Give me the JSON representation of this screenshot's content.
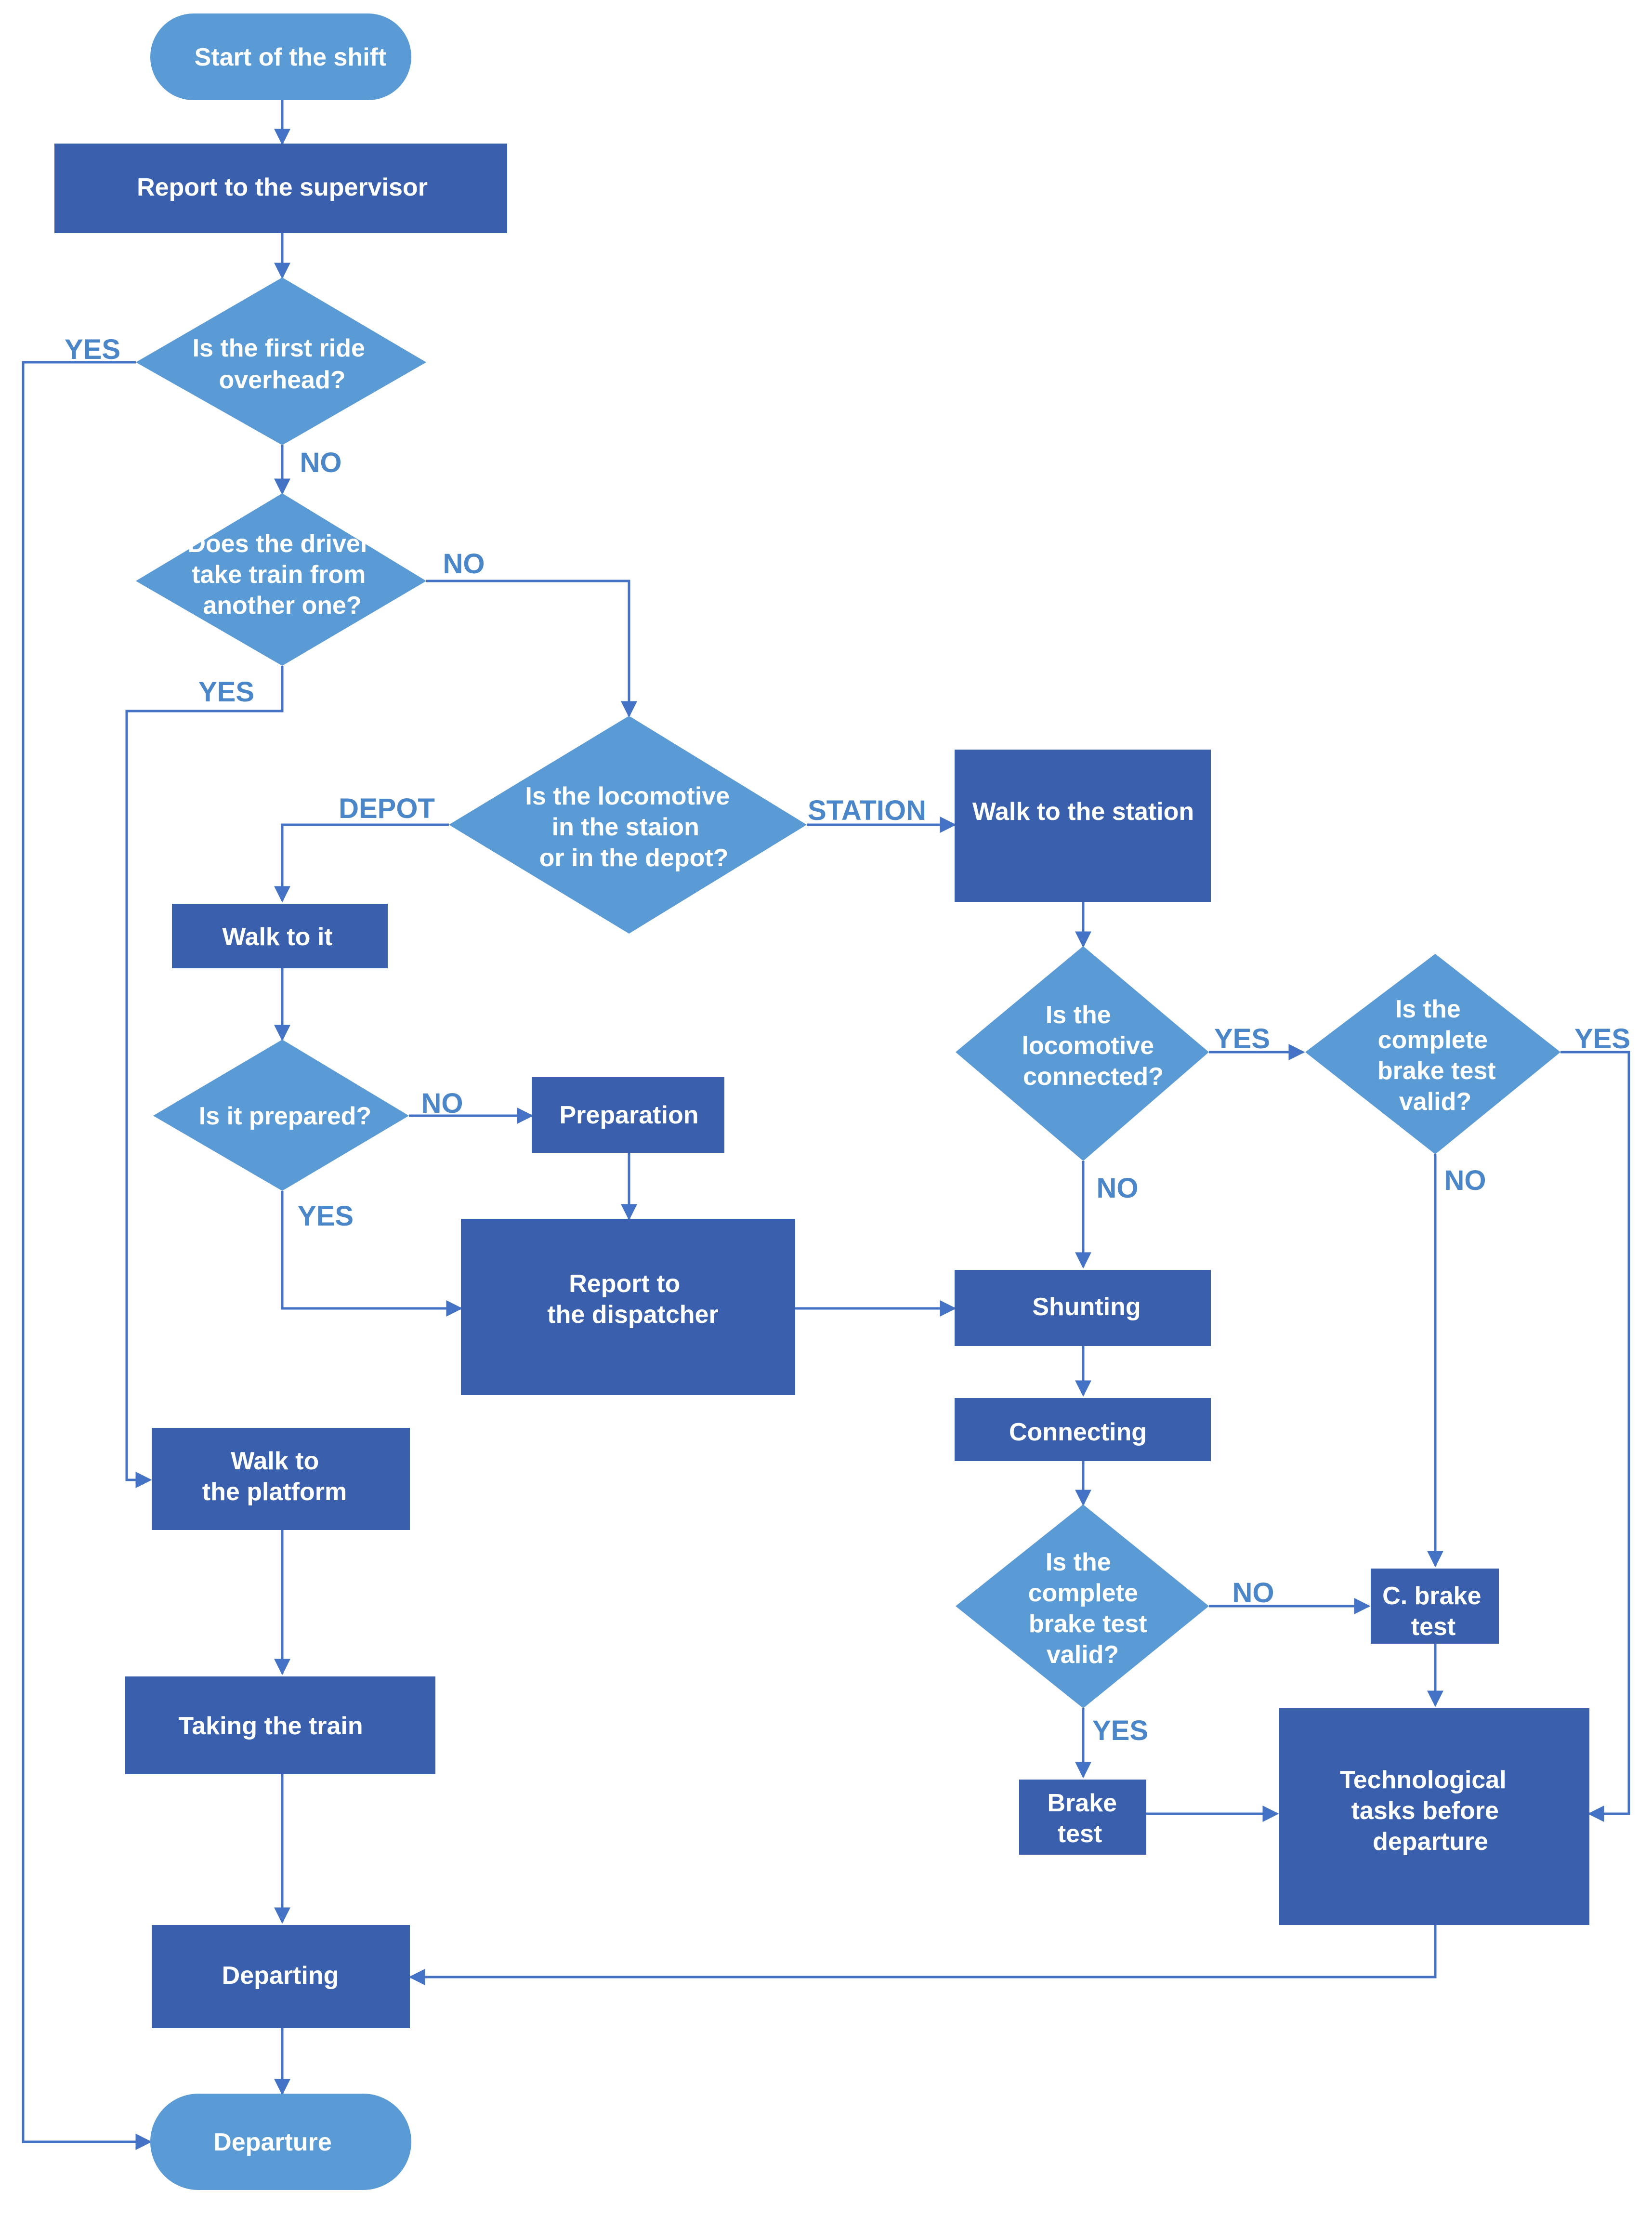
{
  "colors": {
    "rect": "#3a5fac",
    "decision": "#5b9bd5",
    "terminal": "#5b9bd5",
    "edge": "#4472c4",
    "label": "#4a86c8",
    "text": "#ffffff"
  },
  "nodes": {
    "start": "Start of the shift",
    "report_supervisor": "Report to the supervisor",
    "first_ride": [
      "Is the first ride",
      "overhead?"
    ],
    "take_train": [
      "Does the driver",
      "take train from",
      "another one?"
    ],
    "loco_where": [
      "Is the locomotive",
      "in the staion",
      "or in the depot?"
    ],
    "walk_station": "Walk to the station",
    "walk_it": "Walk to it",
    "prepared": "Is it prepared?",
    "preparation": "Preparation",
    "report_dispatcher": [
      "Report to",
      "the dispatcher"
    ],
    "loco_connected": [
      "Is the",
      "locomotive",
      "connected?"
    ],
    "brake_valid_top": [
      "Is the",
      "complete",
      "brake test",
      "valid?"
    ],
    "shunting": "Shunting",
    "connecting": "Connecting",
    "brake_valid_bottom": [
      "Is the",
      "complete",
      "brake test",
      "valid?"
    ],
    "c_brake": [
      "C. brake",
      "test"
    ],
    "brake_test": [
      "Brake",
      "test"
    ],
    "tech_tasks": [
      "Technological",
      "tasks before",
      "departure"
    ],
    "walk_platform": [
      "Walk to",
      "the platform"
    ],
    "taking_train": "Taking the train",
    "departing": "Departing",
    "departure": "Departure"
  },
  "edge_labels": {
    "first_ride_yes": "YES",
    "first_ride_no": "NO",
    "take_train_no": "NO",
    "take_train_yes": "YES",
    "depot": "DEPOT",
    "station": "STATION",
    "prepared_no": "NO",
    "prepared_yes": "YES",
    "connected_yes": "YES",
    "connected_no": "NO",
    "top_brake_yes": "YES",
    "top_brake_no": "NO",
    "bottom_brake_no": "NO",
    "bottom_brake_yes": "YES"
  }
}
